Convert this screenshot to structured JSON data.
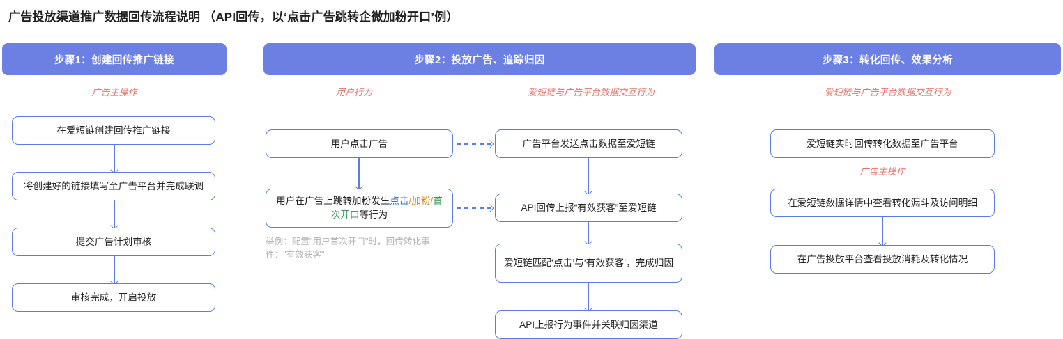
{
  "page": {
    "title": "广告投放渠道推广数据回传流程说明 （API回传，以‘点击广告跳转企微加粉开口’例）"
  },
  "colors": {
    "header_bg": "#6c80e3",
    "node_border": "#5b7ce6",
    "actor_red": "#e8736a",
    "note_gray": "#b3b3b3",
    "accent_blue": "#3b6fd4",
    "accent_orange": "#e08b2a",
    "accent_green": "#3f9c5c"
  },
  "columns": [
    {
      "id": "step1",
      "header": "步骤1：创建回传推广链接",
      "actor_labels": [
        "广告主操作"
      ],
      "nodes": [
        "在爱短链创建回传推广链接",
        "将创建好的链接填写至广告平台并完成联调",
        "提交广告计划审核",
        "审核完成，开启投放"
      ]
    },
    {
      "id": "step2",
      "header": "步骤2：投放广告、追踪归因",
      "actor_labels": [
        "用户行为",
        "爱短链与广告平台数据交互行为"
      ],
      "left_nodes": [
        "用户点击广告",
        "用户在广告上跳转加粉发生点击/加粉/首次开口等行为"
      ],
      "left_node_2_parts": [
        {
          "text": "用户在广告上跳转加粉发生",
          "color": "default"
        },
        {
          "text": "点击",
          "color": "blue"
        },
        {
          "text": "/",
          "color": "orange"
        },
        {
          "text": "加粉",
          "color": "orange"
        },
        {
          "text": "/",
          "color": "orange"
        },
        {
          "text": "首次开口",
          "color": "green"
        },
        {
          "text": "等行为",
          "color": "default"
        }
      ],
      "note": "举例：配置\"用户首次开口\"时，回传转化事件：\"有效获客\"",
      "right_nodes": [
        "广告平台发送点击数据至爱短链",
        "API回传上报“有效获客”至爱短链",
        "爱短链匹配‘点击’与‘有效获客’，完成归因",
        "API上报行为事件并关联归因渠道"
      ]
    },
    {
      "id": "step3",
      "header": "步骤3：转化回传、效果分析",
      "actor_labels": [
        "爱短链与广告平台数据交互行为",
        "广告主操作"
      ],
      "nodes": [
        "爱短链实时回传转化数据至广告平台",
        "在爱短链数据详情中查看转化漏斗及访问明细",
        "在广告投放平台查看投放消耗及转化情况"
      ]
    }
  ]
}
